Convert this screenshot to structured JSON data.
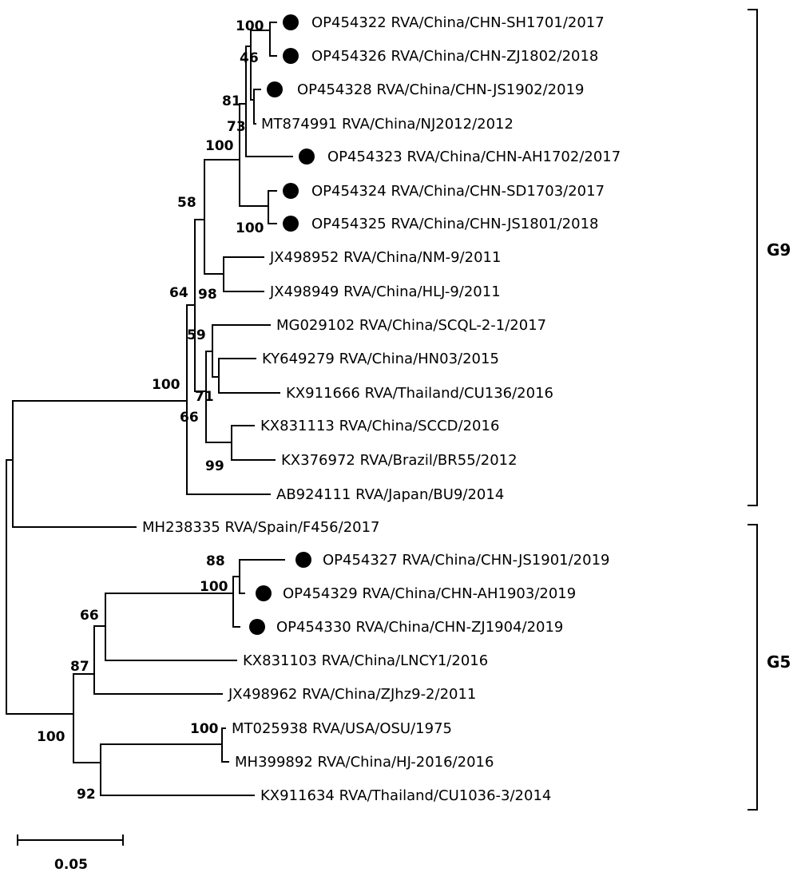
{
  "leaves": {
    "OP454322": {
      "label": "OP454322 RVA/China/CHN-SH1701/2017",
      "marked": true
    },
    "OP454326": {
      "label": "OP454326 RVA/China/CHN-ZJ1802/2018",
      "marked": true
    },
    "OP454328": {
      "label": "OP454328 RVA/China/CHN-JS1902/2019",
      "marked": true
    },
    "MT874991": {
      "label": "MT874991 RVA/China/NJ2012/2012",
      "marked": false
    },
    "OP454323": {
      "label": "OP454323 RVA/China/CHN-AH1702/2017",
      "marked": true
    },
    "OP454324": {
      "label": "OP454324 RVA/China/CHN-SD1703/2017",
      "marked": true
    },
    "OP454325": {
      "label": "OP454325 RVA/China/CHN-JS1801/2018",
      "marked": true
    },
    "JX498952": {
      "label": "JX498952 RVA/China/NM-9/2011",
      "marked": false
    },
    "JX498949": {
      "label": "JX498949 RVA/China/HLJ-9/2011",
      "marked": false
    },
    "MG029102": {
      "label": "MG029102 RVA/China/SCQL-2-1/2017",
      "marked": false
    },
    "KY649279": {
      "label": "KY649279 RVA/China/HN03/2015",
      "marked": false
    },
    "KX911666": {
      "label": "KX911666 RVA/Thailand/CU136/2016",
      "marked": false
    },
    "KX831113": {
      "label": "KX831113 RVA/China/SCCD/2016",
      "marked": false
    },
    "KX376972": {
      "label": "KX376972 RVA/Brazil/BR55/2012",
      "marked": false
    },
    "AB924111": {
      "label": "AB924111 RVA/Japan/BU9/2014",
      "marked": false
    },
    "MH238335": {
      "label": "MH238335 RVA/Spain/F456/2017",
      "marked": false
    },
    "OP454327": {
      "label": "OP454327 RVA/China/CHN-JS1901/2019",
      "marked": true
    },
    "OP454329": {
      "label": "OP454329 RVA/China/CHN-AH1903/2019",
      "marked": true
    },
    "OP454330": {
      "label": "OP454330 RVA/China/CHN-ZJ1904/2019",
      "marked": true
    },
    "KX831103": {
      "label": "KX831103 RVA/China/LNCY1/2016",
      "marked": false
    },
    "JX498962": {
      "label": "JX498962 RVA/China/ZJhz9-2/2011",
      "marked": false
    },
    "MT025938": {
      "label": "MT025938 RVA/USA/OSU/1975",
      "marked": false
    },
    "MH399892": {
      "label": "MH399892 RVA/China/HJ-2016/2016",
      "marked": false
    },
    "KX911634": {
      "label": "KX911634 RVA/Thailand/CU1036-3/2014",
      "marked": false
    }
  },
  "bootstrap": {
    "b1": "100",
    "b2": "46",
    "b3": "81",
    "b4": "73",
    "b5": "100",
    "b6": "100",
    "b7": "58",
    "b8": "98",
    "b9": "64",
    "b10": "59",
    "b11": "71",
    "b12": "100",
    "b13": "66",
    "b14": "99",
    "b15": "88",
    "b16": "100",
    "b17": "66",
    "b18": "87",
    "b19": "100",
    "b20": "100",
    "b21": "92"
  },
  "clades": {
    "g9": "G9",
    "g5": "G5"
  },
  "scale_bar": {
    "value": 0.05,
    "label": "0.05"
  },
  "colors": {
    "lines": "#000000",
    "text": "#000000",
    "marker": "#000000",
    "background": "#ffffff"
  }
}
